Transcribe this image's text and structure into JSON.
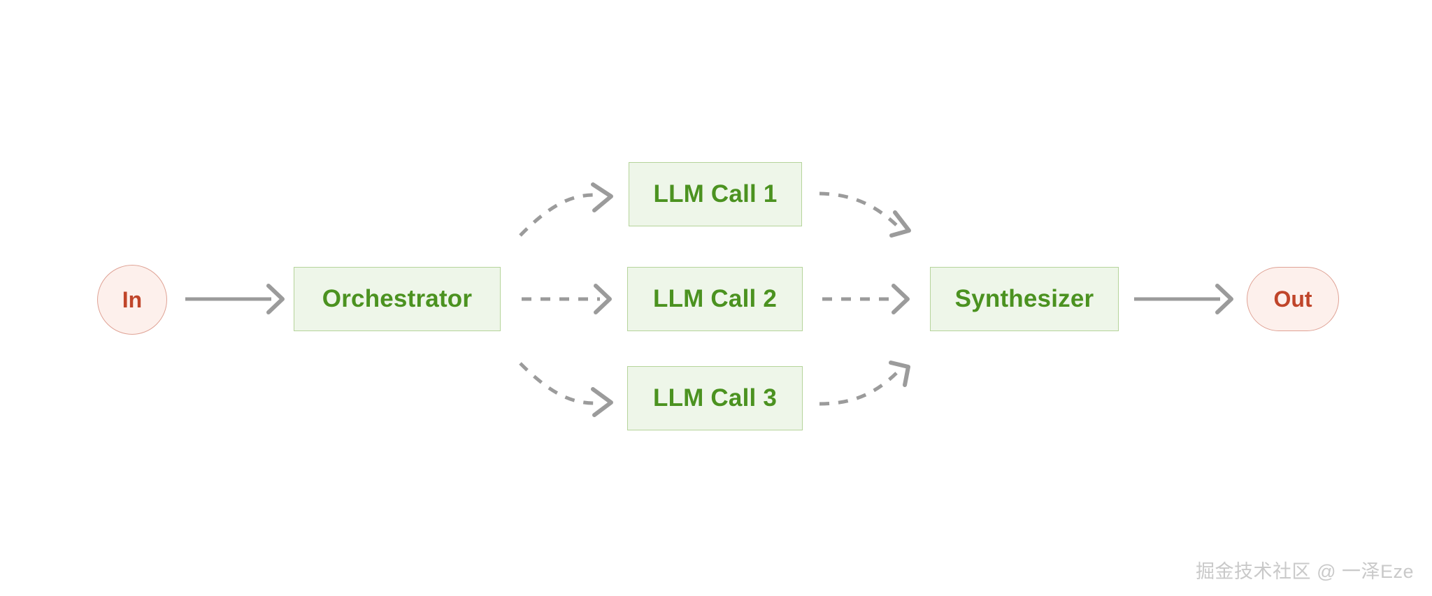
{
  "diagram": {
    "title": "Orchestrator Workers",
    "background_color": "#ffffff",
    "palette": {
      "green_fill": "#eef6e9",
      "green_border": "#b5d49a",
      "green_text": "#4b9220",
      "pink_fill": "#fdf0ec",
      "pink_border": "#dfa295",
      "pink_text": "#c0452a",
      "connector": "#9b9b9b",
      "watermark_text": "#c9c9c9"
    },
    "nodes": {
      "input": {
        "label": "In",
        "shape": "circle",
        "style": "pink"
      },
      "orchestrator": {
        "label": "Orchestrator",
        "shape": "rectangle",
        "style": "green"
      },
      "llm_call_1": {
        "label": "LLM Call 1",
        "shape": "rectangle",
        "style": "green"
      },
      "llm_call_2": {
        "label": "LLM Call 2",
        "shape": "rectangle",
        "style": "green"
      },
      "llm_call_3": {
        "label": "LLM Call 3",
        "shape": "rectangle",
        "style": "green"
      },
      "synthesizer": {
        "label": "Synthesizer",
        "shape": "rectangle",
        "style": "green"
      },
      "output": {
        "label": "Out",
        "shape": "rounded-rectangle",
        "style": "pink"
      }
    },
    "connectors": [
      {
        "name": "in-to-orchestrator",
        "from": "In",
        "to": "Orchestrator",
        "style": "solid",
        "arrowhead": "chevron"
      },
      {
        "name": "orchestrator-to-llm-call-1",
        "from": "Orchestrator",
        "to": "LLM Call 1",
        "style": "dashed",
        "arrowhead": "chevron"
      },
      {
        "name": "orchestrator-to-llm-call-2",
        "from": "Orchestrator",
        "to": "LLM Call 2",
        "style": "dashed",
        "arrowhead": "chevron"
      },
      {
        "name": "orchestrator-to-llm-call-3",
        "from": "Orchestrator",
        "to": "LLM Call 3",
        "style": "dashed",
        "arrowhead": "chevron"
      },
      {
        "name": "llm-call-1-to-synthesizer",
        "from": "LLM Call 1",
        "to": "Synthesizer",
        "style": "dashed",
        "arrowhead": "chevron"
      },
      {
        "name": "llm-call-2-to-synthesizer",
        "from": "LLM Call 2",
        "to": "Synthesizer",
        "style": "dashed",
        "arrowhead": "chevron"
      },
      {
        "name": "llm-call-3-to-synthesizer",
        "from": "LLM Call 3",
        "to": "Synthesizer",
        "style": "dashed",
        "arrowhead": "chevron"
      },
      {
        "name": "synthesizer-to-out",
        "from": "Synthesizer",
        "to": "Out",
        "style": "solid",
        "arrowhead": "chevron"
      }
    ]
  },
  "watermark": {
    "text": "掘金技术社区 @ 一泽Eze"
  }
}
